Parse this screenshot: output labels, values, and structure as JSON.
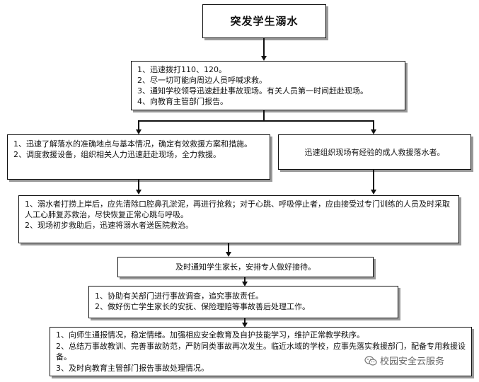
{
  "title": "突发学生溺水",
  "step1": {
    "lines": [
      "1、迅速拨打110、120。",
      "2、尽一切可能向周边人员呼喊求救。",
      "3、通知学校领导迅速赶赴事故现场。有关人员第一时间赶赴现场。",
      "4、向教育主管部门报告。"
    ]
  },
  "step2_left": {
    "lines": [
      "1、迅速了解落水的准确地点与基本情况，确定有效救援方案和措施。",
      "2、调度救援设备，组织相关人力迅速赶赴现场，全力救援。"
    ]
  },
  "step2_right": {
    "text": "迅速组织现场有经验的成人救援落水者。"
  },
  "step3": {
    "lines": [
      "1、溺水者打捞上岸后，应先清除口腔鼻孔淤泥，再进行抢救；对于心跳、呼吸停止者，应由接受过专门训练的人员及时采取人工心肺复苏救治，尽快恢复正常心跳与呼吸。",
      "2、现场初步救助后，迅速将溺水者送医院救治。"
    ]
  },
  "step4": {
    "text": "及时通知学生家长，安排专人做好接待。"
  },
  "step5": {
    "lines": [
      "1、协助有关部门进行事故调查，追究事故责任。",
      "2、做好伤亡学生家长的安抚、保险理赔等事故善后处理工作。"
    ]
  },
  "step6": {
    "lines": [
      "1、向师生通报情况，稳定情绪。加强相应安全教育及自护技能学习，维护正常教学秩序。",
      "2、总结万事故教训、完善事故防范，严防同类事故再次发生。临近水域的学校，应事先落实救援部门，配备专用救援设备。",
      "3、及时向教育主管部门报告事故处理情况。"
    ]
  },
  "watermark": {
    "text": "校园安全云服务",
    "icon": "wechat-icon"
  }
}
